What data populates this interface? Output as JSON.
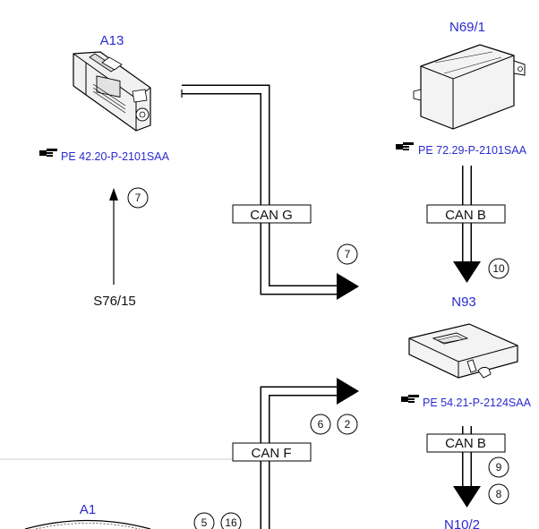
{
  "components": {
    "a13": "A13",
    "n69_1": "N69/1",
    "n93": "N93",
    "a1": "A1",
    "n10_2": "N10/2",
    "s76_15": "S76/15"
  },
  "refs": {
    "a13": "PE 42.20-P-2101SAA",
    "n69_1": "PE 72.29-P-2101SAA",
    "n93": "PE 54.21-P-2124SAA"
  },
  "buses": {
    "can_g": "CAN G",
    "can_b_top": "CAN B",
    "can_b_bottom": "CAN B",
    "can_f": "CAN F"
  },
  "markers": {
    "m7_a": "7",
    "m7_b": "7",
    "m10": "10",
    "m6": "6",
    "m2": "2",
    "m9": "9",
    "m8": "8",
    "m5": "5",
    "m16": "16"
  },
  "icons": {
    "ref_icon": "pointing-hand-icon"
  },
  "colors": {
    "label_blue": "#2a2ad0",
    "line": "#000000",
    "background": "#ffffff"
  }
}
